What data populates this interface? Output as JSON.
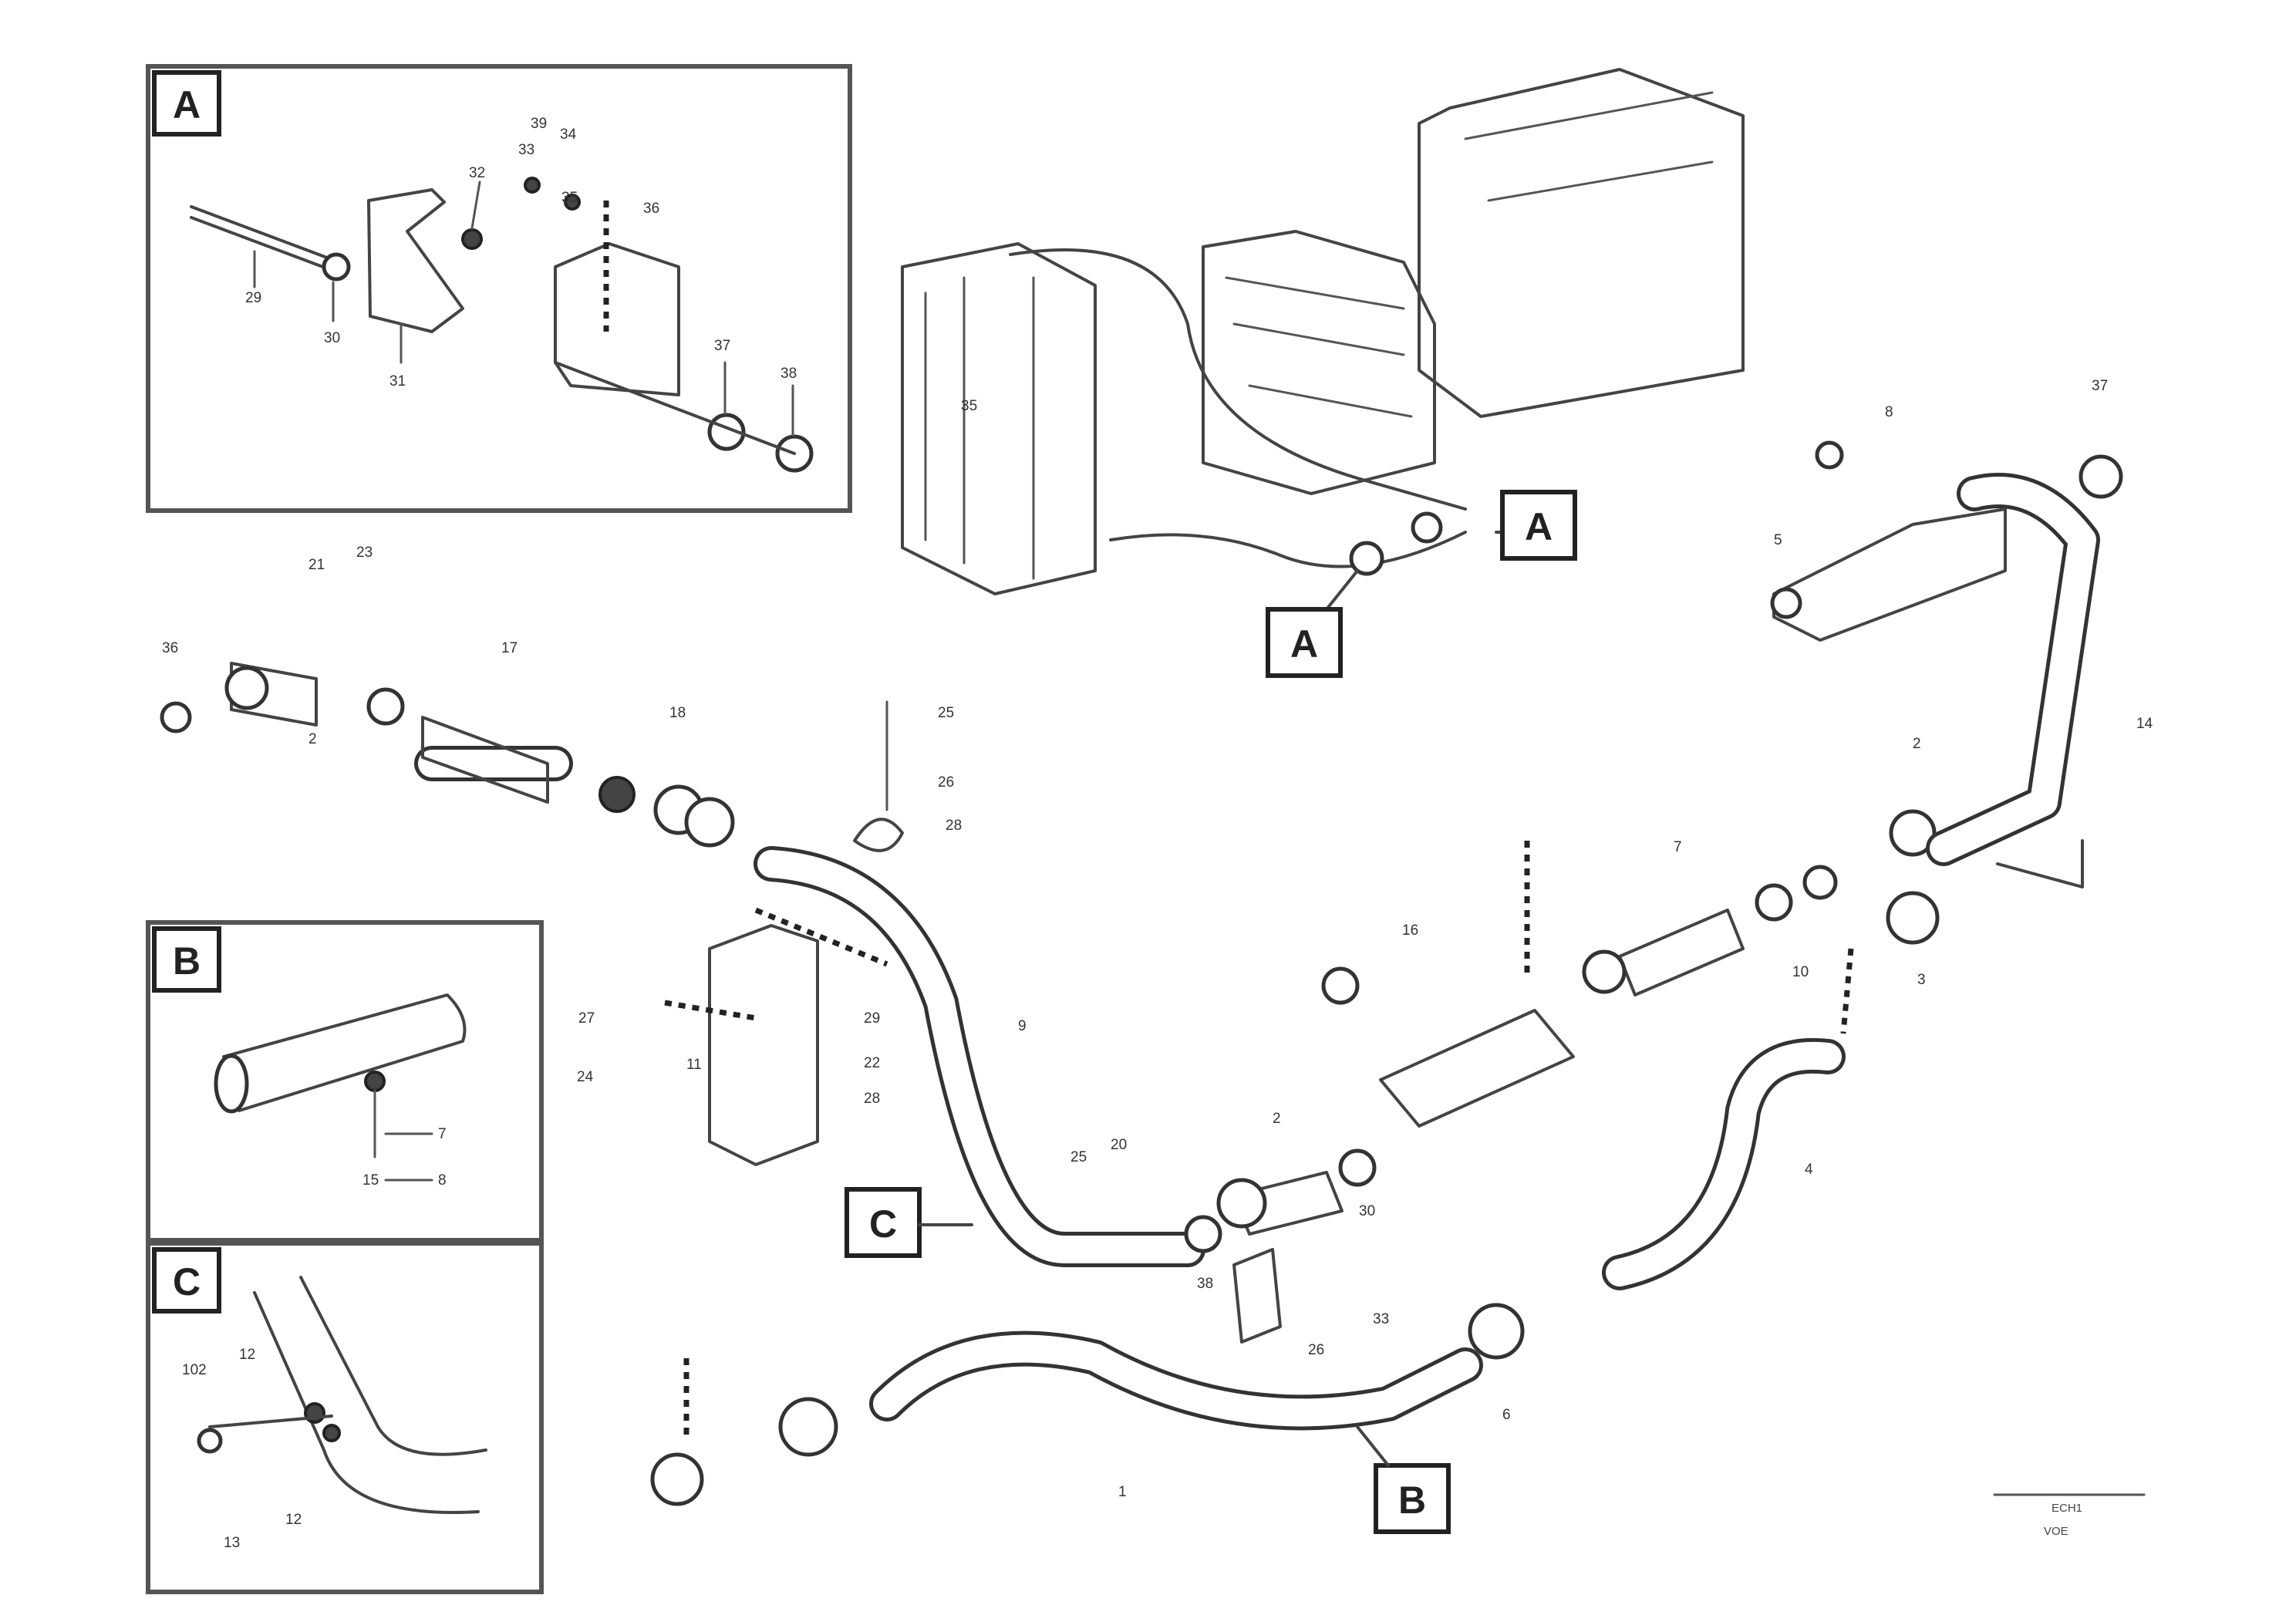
{
  "callouts": [
    "A",
    "B",
    "C"
  ],
  "reference_code": "VOE",
  "sheet_code": "ECH1",
  "parts": [
    {
      "id": "A-29",
      "text": "29"
    },
    {
      "id": "A-30",
      "text": "30"
    },
    {
      "id": "A-31",
      "text": "31"
    },
    {
      "id": "A-32",
      "text": "32"
    },
    {
      "id": "A-33",
      "text": "33"
    },
    {
      "id": "A-34",
      "text": "34"
    },
    {
      "id": "A-35",
      "text": "35"
    },
    {
      "id": "A-36",
      "text": "36"
    },
    {
      "id": "A-37",
      "text": "37"
    },
    {
      "id": "A-38",
      "text": "38"
    },
    {
      "id": "A-39",
      "text": "39"
    },
    {
      "id": "M-21",
      "text": "21"
    },
    {
      "id": "M-23",
      "text": "23"
    },
    {
      "id": "M-36",
      "text": "36"
    },
    {
      "id": "M-2",
      "text": "2"
    },
    {
      "id": "M-17",
      "text": "17"
    },
    {
      "id": "M-18",
      "text": "18"
    },
    {
      "id": "M-25a",
      "text": "25"
    },
    {
      "id": "M-26a",
      "text": "26"
    },
    {
      "id": "M-28a",
      "text": "28"
    },
    {
      "id": "M-9",
      "text": "9"
    },
    {
      "id": "M-27",
      "text": "27"
    },
    {
      "id": "M-11",
      "text": "11"
    },
    {
      "id": "M-24",
      "text": "24"
    },
    {
      "id": "M-29",
      "text": "29"
    },
    {
      "id": "M-22",
      "text": "22"
    },
    {
      "id": "M-28b",
      "text": "28"
    },
    {
      "id": "M-25b",
      "text": "25"
    },
    {
      "id": "M-20",
      "text": "20"
    },
    {
      "id": "M-2b",
      "text": "2"
    },
    {
      "id": "M-38",
      "text": "38"
    },
    {
      "id": "M-30",
      "text": "30"
    },
    {
      "id": "M-26c",
      "text": "26"
    },
    {
      "id": "M-33",
      "text": "33"
    },
    {
      "id": "M-7",
      "text": "7"
    },
    {
      "id": "M-10",
      "text": "10"
    },
    {
      "id": "M-3",
      "text": "3"
    },
    {
      "id": "M-2c",
      "text": "2"
    },
    {
      "id": "M-6",
      "text": "6"
    },
    {
      "id": "M-16",
      "text": "16"
    },
    {
      "id": "M-4",
      "text": "4"
    },
    {
      "id": "M-1",
      "text": "1"
    },
    {
      "id": "M-14",
      "text": "14"
    },
    {
      "id": "M-37",
      "text": "37"
    },
    {
      "id": "M-8",
      "text": "8"
    },
    {
      "id": "M-5",
      "text": "5"
    },
    {
      "id": "M-35",
      "text": "35"
    },
    {
      "id": "B-7",
      "text": "7"
    },
    {
      "id": "B-15",
      "text": "15"
    },
    {
      "id": "B-8",
      "text": "8"
    },
    {
      "id": "C-102",
      "text": "102"
    },
    {
      "id": "C-12",
      "text": "12"
    },
    {
      "id": "C-13",
      "text": "13"
    },
    {
      "id": "C-12b",
      "text": "12"
    }
  ]
}
